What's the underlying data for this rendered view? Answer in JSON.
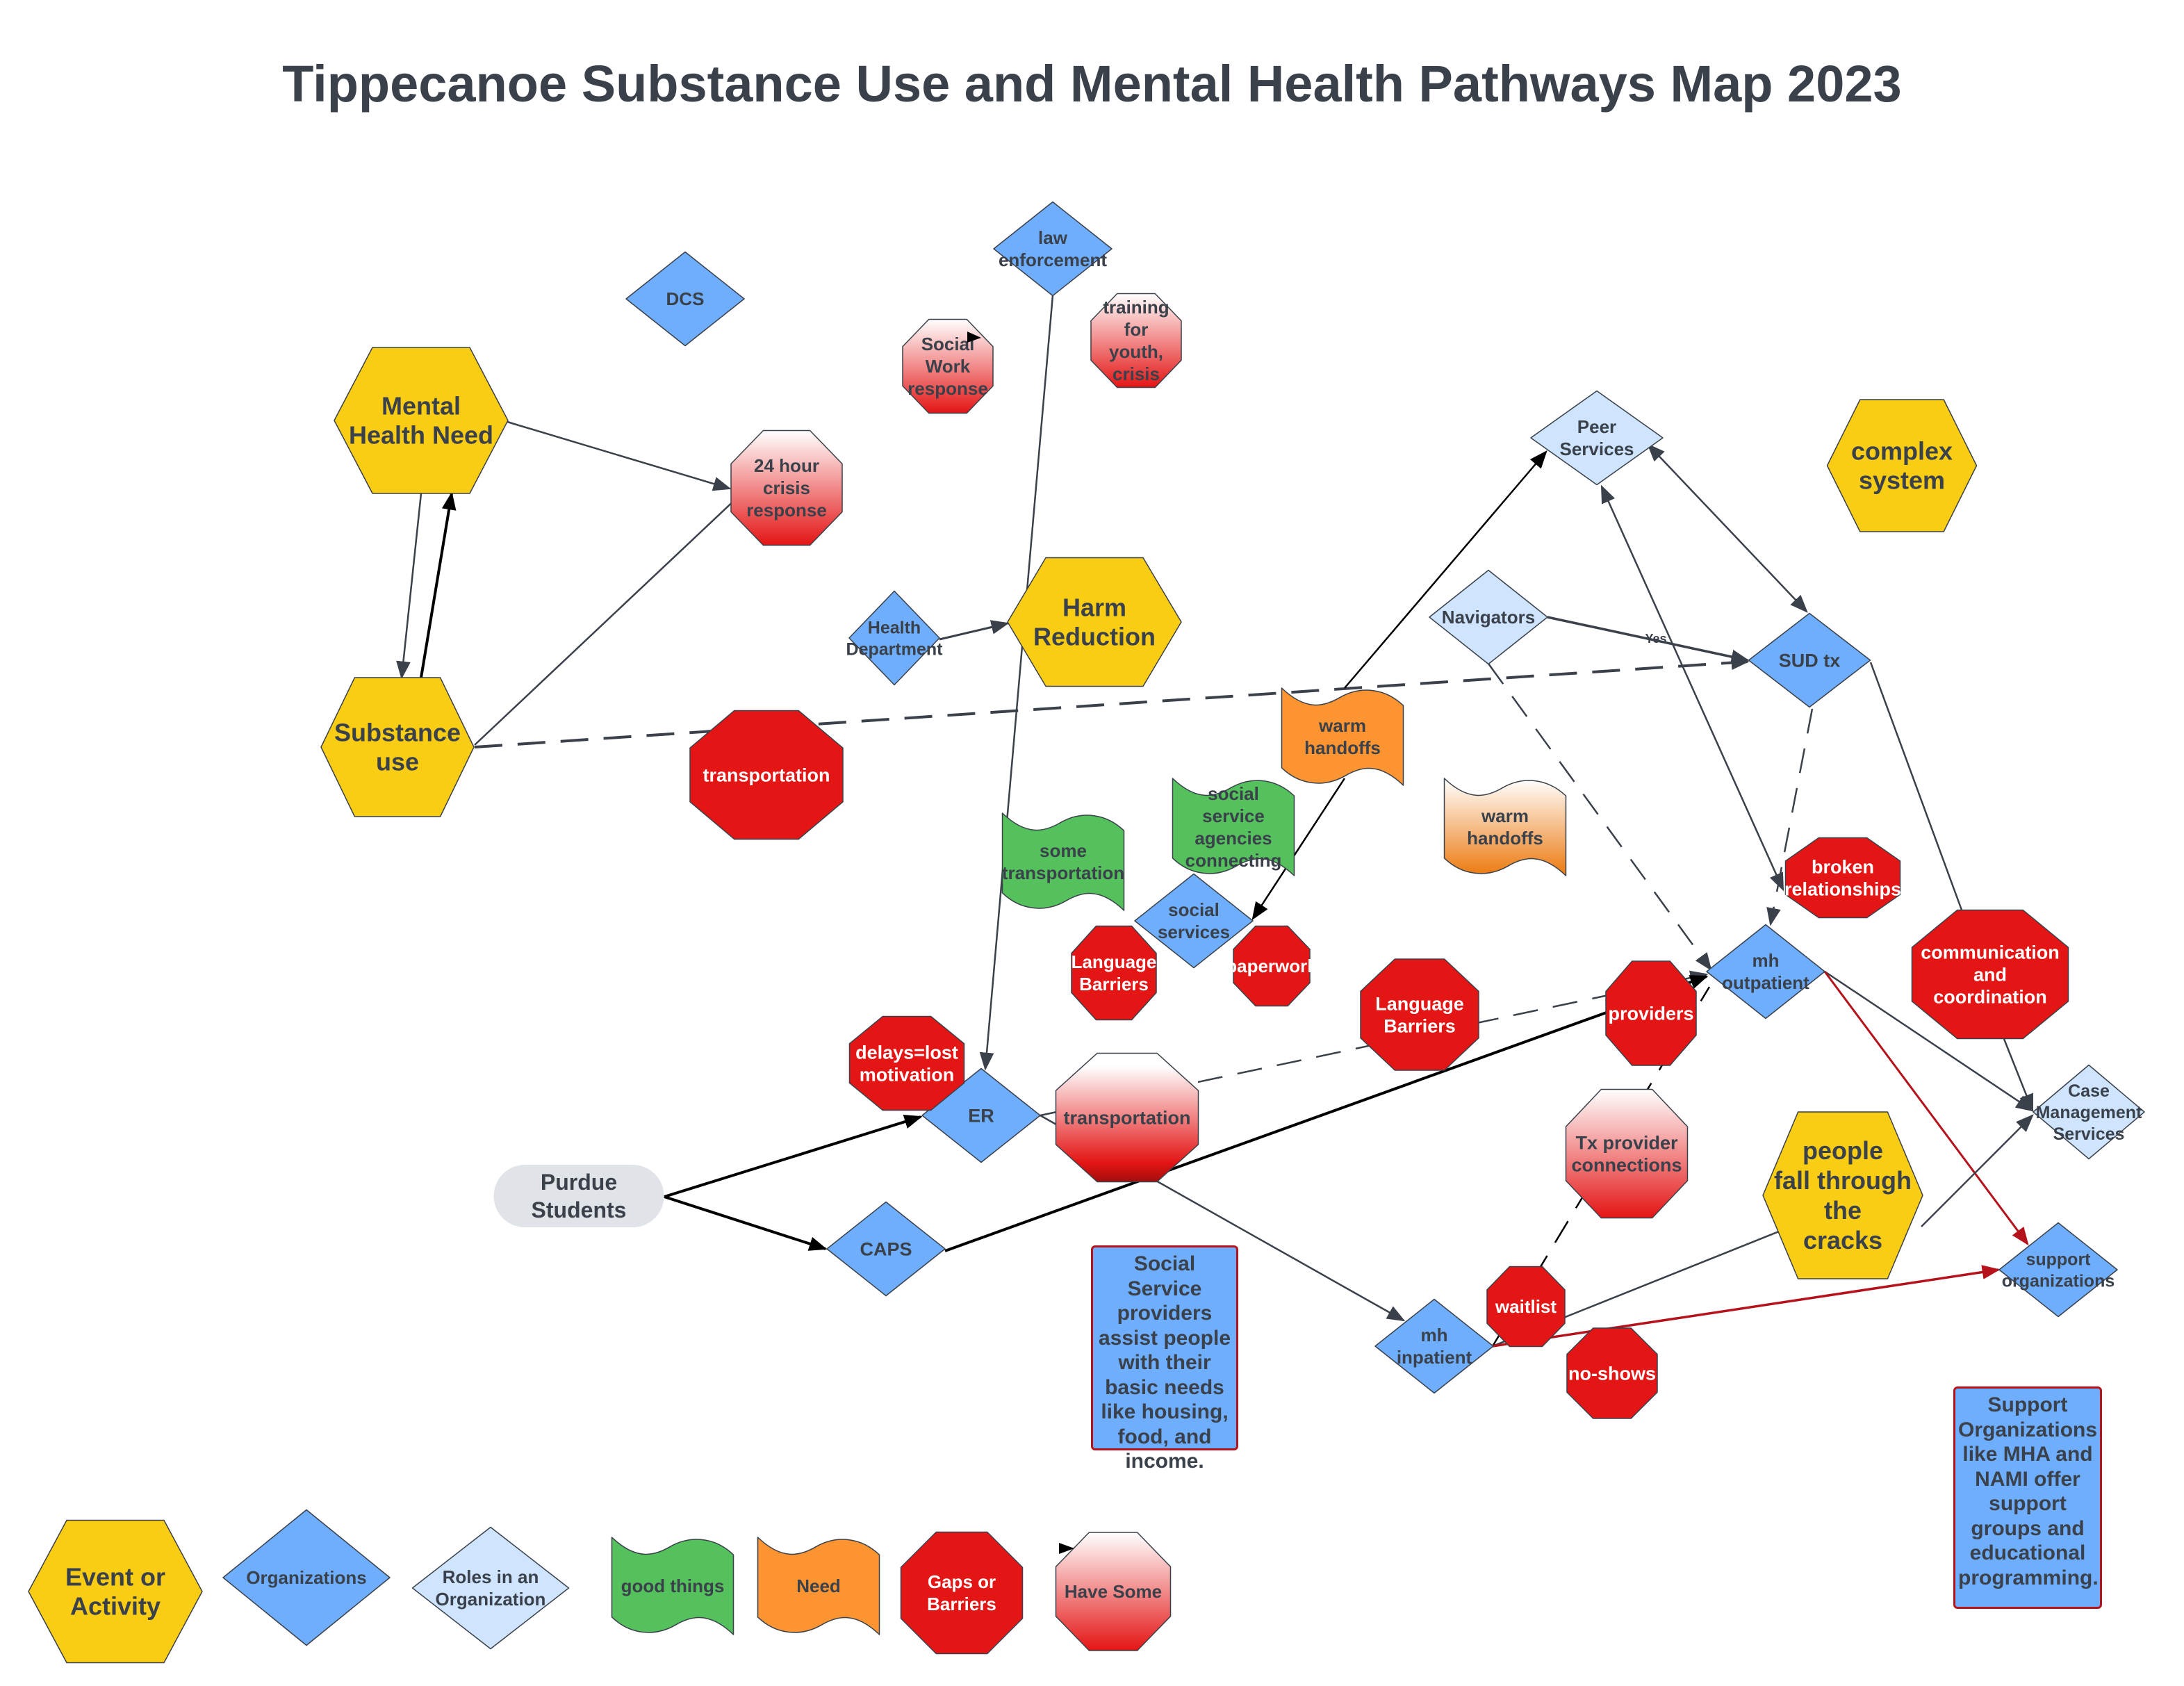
{
  "title": "Tippecanoe Substance Use and Mental Health Pathways Map 2023",
  "colors": {
    "event": "#facd15",
    "organization": "#6eaefc",
    "role": "#cfe4ff",
    "good": "#54c15c",
    "need": "#fb9431",
    "gap": "#e41515",
    "text_dark": "#3a414b",
    "red_connector": "#b5121b",
    "pill": "#e0e3e8"
  },
  "nodes": {
    "mental_health_need": {
      "label": [
        "Mental",
        "Health Need"
      ],
      "type": "event"
    },
    "substance_use": {
      "label": [
        "Substance",
        "use"
      ],
      "type": "event"
    },
    "harm_reduction": {
      "label": [
        "Harm",
        "Reduction"
      ],
      "type": "event"
    },
    "complex_system": {
      "label": [
        "complex",
        "system"
      ],
      "type": "event"
    },
    "people_fall": {
      "label": [
        "people",
        "fall through",
        "the",
        "cracks"
      ],
      "type": "event"
    },
    "crisis_response": {
      "label": [
        "24 hour",
        "crisis",
        "response"
      ],
      "type": "have-some"
    },
    "social_work": {
      "label": [
        "Social",
        "Work",
        "response"
      ],
      "type": "have-some"
    },
    "training": {
      "label": [
        "training",
        "for",
        "youth,",
        "crisis"
      ],
      "type": "have-some"
    },
    "transport_gradient": {
      "label": [
        "transportation"
      ],
      "type": "have-some"
    },
    "tx_provider": {
      "label": [
        "Tx provider",
        "connections"
      ],
      "type": "have-some"
    },
    "dcs": {
      "label": [
        "DCS"
      ],
      "type": "organization"
    },
    "law": {
      "label": [
        "law",
        "enforcement"
      ],
      "type": "organization"
    },
    "health_dept": {
      "label": [
        "Health",
        "Department"
      ],
      "type": "organization"
    },
    "sud_tx": {
      "label": [
        "SUD tx"
      ],
      "type": "organization"
    },
    "social_services": {
      "label": [
        "social",
        "services"
      ],
      "type": "organization"
    },
    "mh_outpatient": {
      "label": [
        "mh",
        "outpatient"
      ],
      "type": "organization"
    },
    "er": {
      "label": [
        "ER"
      ],
      "type": "organization"
    },
    "caps": {
      "label": [
        "CAPS"
      ],
      "type": "organization"
    },
    "mh_inpatient": {
      "label": [
        "mh",
        "inpatient"
      ],
      "type": "organization"
    },
    "support_orgs": {
      "label": [
        "support",
        "organizations"
      ],
      "type": "organization"
    },
    "peer_services": {
      "label": [
        "Peer",
        "Services"
      ],
      "type": "role"
    },
    "navigators": {
      "label": [
        "Navigators"
      ],
      "type": "role"
    },
    "case_mgmt": {
      "label": [
        "Case",
        "Management",
        "Services"
      ],
      "type": "role"
    },
    "transportation_gap": {
      "label": [
        "transportation"
      ],
      "type": "gap"
    },
    "lang_barriers_1": {
      "label": [
        "Language",
        "Barriers"
      ],
      "type": "gap"
    },
    "paperwork": {
      "label": [
        "paperwork"
      ],
      "type": "gap"
    },
    "lang_barriers_2": {
      "label": [
        "Language",
        "Barriers"
      ],
      "type": "gap"
    },
    "providers": {
      "label": [
        "providers"
      ],
      "type": "gap"
    },
    "broken_rel": {
      "label": [
        "broken",
        "relationships"
      ],
      "type": "gap"
    },
    "communication": {
      "label": [
        "communication",
        "and",
        "coordination"
      ],
      "type": "gap"
    },
    "delays": {
      "label": [
        "delays=lost",
        "motivation"
      ],
      "type": "gap"
    },
    "waitlist": {
      "label": [
        "waitlist"
      ],
      "type": "gap"
    },
    "no_shows": {
      "label": [
        "no-shows"
      ],
      "type": "gap"
    },
    "warm_handoffs_need": {
      "label": [
        "warm",
        "handoffs"
      ],
      "type": "need"
    },
    "warm_handoffs_some": {
      "label": [
        "warm",
        "handoffs"
      ],
      "type": "need-gradient"
    },
    "social_agencies": {
      "label": [
        "social",
        "service",
        "agencies",
        "connecting"
      ],
      "type": "good"
    },
    "some_transport": {
      "label": [
        "some",
        "transportation"
      ],
      "type": "good"
    },
    "purdue": {
      "label": [
        "Purdue",
        "Students"
      ],
      "type": "start"
    }
  },
  "edge_labels": {
    "yes": "Yes"
  },
  "notes": {
    "social_service": "Social Service providers assist people with their basic needs like housing, food, and income.",
    "support_orgs": "Support Organizations like MHA and NAMI offer support groups and educational programming."
  },
  "legend": [
    {
      "label": [
        "Event or",
        "Activity"
      ],
      "type": "event"
    },
    {
      "label": [
        "Organizations"
      ],
      "type": "organization"
    },
    {
      "label": [
        "Roles in an",
        "Organization"
      ],
      "type": "role"
    },
    {
      "label": [
        "good things"
      ],
      "type": "good"
    },
    {
      "label": [
        "Need"
      ],
      "type": "need"
    },
    {
      "label": [
        "Gaps or",
        "Barriers"
      ],
      "type": "gap"
    },
    {
      "label": [
        "Have Some"
      ],
      "type": "have-some"
    }
  ]
}
